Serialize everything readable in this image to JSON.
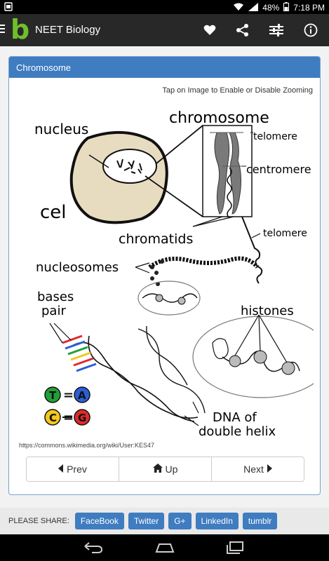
{
  "status": {
    "battery": "48%",
    "time": "7:18",
    "meridiem": "PM"
  },
  "app": {
    "title": "NEET Biology",
    "logo_letter": "b",
    "menu_icon": "hamburger-icon",
    "actions": [
      "heart-icon",
      "share-icon",
      "sliders-icon",
      "info-icon"
    ]
  },
  "panel": {
    "title": "Chromosome",
    "hint": "Tap on Image to Enable or Disable Zooming",
    "source": "https://commons.wikimedia.org/wiki/User:KES47"
  },
  "figure": {
    "labels": {
      "nucleus": "nucleus",
      "cell": "cel",
      "chromosome": "chromosome",
      "telomere_top": "telomere",
      "centromere": "centromere",
      "telomere_bottom": "telomere",
      "chromatids": "chromatids",
      "nucleosomes": "nucleosomes",
      "bases_line1": "bases",
      "bases_line2": "pair",
      "histones": "histones",
      "dna_line1": "DNA of",
      "dna_line2": "double helix"
    },
    "bases": {
      "t": "T",
      "a": "A",
      "c": "C",
      "g": "G",
      "eq": "="
    },
    "colors": {
      "t": "#21a038",
      "a": "#2a5fd8",
      "c": "#f2c81c",
      "g": "#e02a2a"
    }
  },
  "pager": {
    "prev": "Prev",
    "up": "Up",
    "next": "Next"
  },
  "share": {
    "label": "PLEASE SHARE:",
    "buttons": [
      "FaceBook",
      "Twitter",
      "G+",
      "LinkedIn",
      "tumblr"
    ]
  }
}
